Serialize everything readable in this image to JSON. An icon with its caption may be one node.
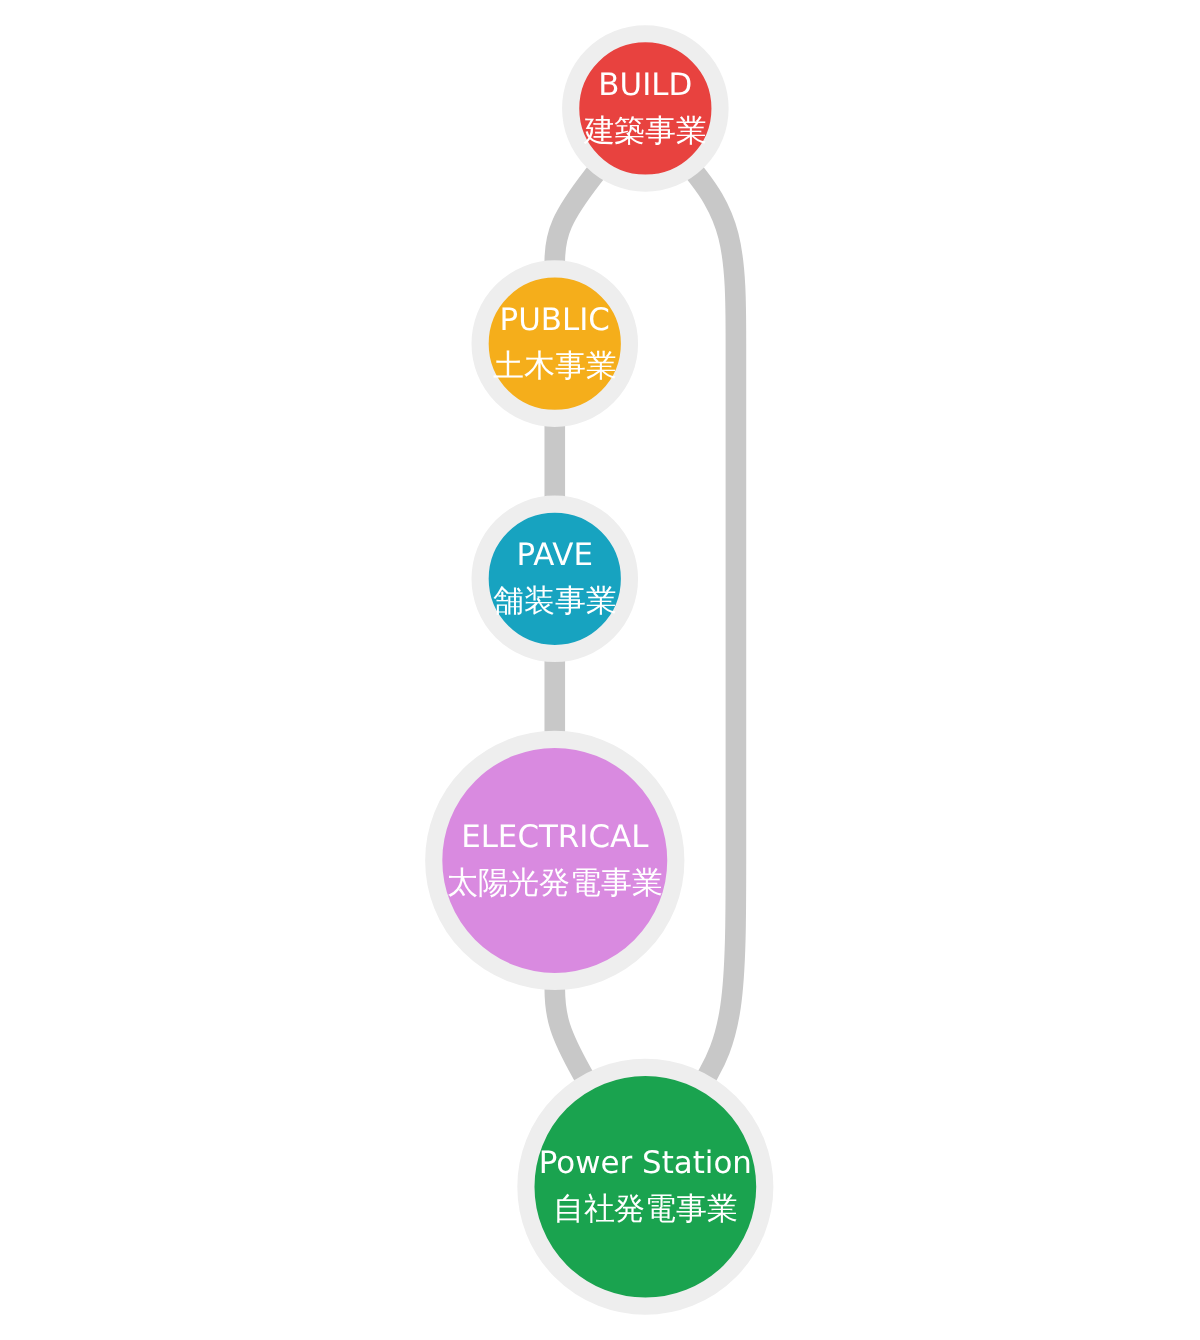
{
  "diagram": {
    "nodes": [
      {
        "text": [
          "BUILD",
          "建築事業"
        ]
      },
      {
        "text": [
          "Power Station",
          "自社発電事業"
        ]
      },
      {
        "text": [
          "PUBLIC",
          "土木事業"
        ]
      },
      {
        "text": [
          "ELECTRICAL",
          "太陽光発電事業"
        ]
      },
      {
        "text": [
          "PAVE",
          "舗装事業"
        ]
      }
    ],
    "edges": [
      {
        "from": 0,
        "to": 2,
        "arrow": "none"
      },
      {
        "from": 2,
        "to": 4,
        "arrow": "none"
      },
      {
        "from": 4,
        "to": 3,
        "arrow": "none"
      },
      {
        "from": 3,
        "to": 1,
        "arrow": "none"
      },
      {
        "from": 1,
        "to": 0,
        "arrow": "none"
      }
    ]
  }
}
